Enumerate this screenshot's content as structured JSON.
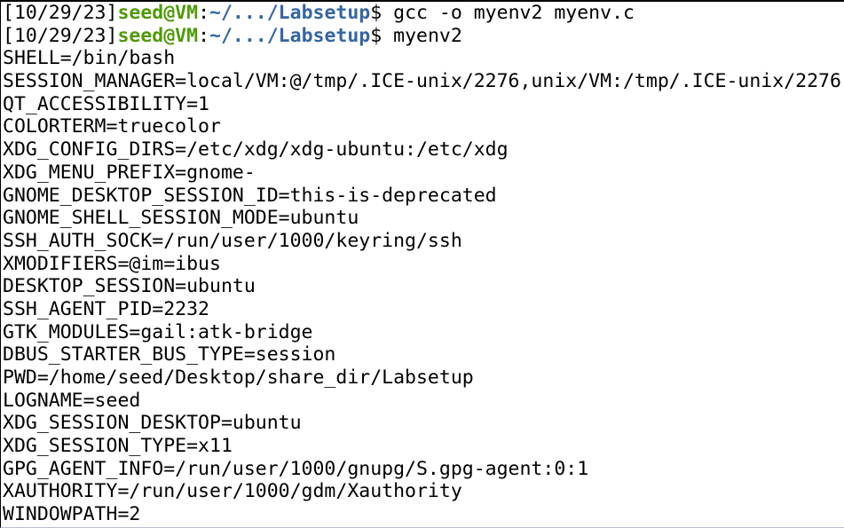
{
  "terminal": {
    "colors": {
      "background": "#ffffff",
      "foreground": "#000000",
      "prompt_user": "#4e9a06",
      "prompt_path": "#3465a4"
    },
    "lines": [
      {
        "type": "prompt",
        "date": "[10/29/23]",
        "user": "seed@VM",
        "colon": ":",
        "path": "~/.../Labsetup",
        "dollar": "$ ",
        "command": "gcc -o myenv2 myenv.c"
      },
      {
        "type": "prompt",
        "date": "[10/29/23]",
        "user": "seed@VM",
        "colon": ":",
        "path": "~/.../Labsetup",
        "dollar": "$ ",
        "command": "myenv2"
      },
      {
        "type": "output",
        "text": "SHELL=/bin/bash"
      },
      {
        "type": "output",
        "text": "SESSION_MANAGER=local/VM:@/tmp/.ICE-unix/2276,unix/VM:/tmp/.ICE-unix/2276"
      },
      {
        "type": "output",
        "text": "QT_ACCESSIBILITY=1"
      },
      {
        "type": "output",
        "text": "COLORTERM=truecolor"
      },
      {
        "type": "output",
        "text": "XDG_CONFIG_DIRS=/etc/xdg/xdg-ubuntu:/etc/xdg"
      },
      {
        "type": "output",
        "text": "XDG_MENU_PREFIX=gnome-"
      },
      {
        "type": "output",
        "text": "GNOME_DESKTOP_SESSION_ID=this-is-deprecated"
      },
      {
        "type": "output",
        "text": "GNOME_SHELL_SESSION_MODE=ubuntu"
      },
      {
        "type": "output",
        "text": "SSH_AUTH_SOCK=/run/user/1000/keyring/ssh"
      },
      {
        "type": "output",
        "text": "XMODIFIERS=@im=ibus"
      },
      {
        "type": "output",
        "text": "DESKTOP_SESSION=ubuntu"
      },
      {
        "type": "output",
        "text": "SSH_AGENT_PID=2232"
      },
      {
        "type": "output",
        "text": "GTK_MODULES=gail:atk-bridge"
      },
      {
        "type": "output",
        "text": "DBUS_STARTER_BUS_TYPE=session"
      },
      {
        "type": "output",
        "text": "PWD=/home/seed/Desktop/share_dir/Labsetup"
      },
      {
        "type": "output",
        "text": "LOGNAME=seed"
      },
      {
        "type": "output",
        "text": "XDG_SESSION_DESKTOP=ubuntu"
      },
      {
        "type": "output",
        "text": "XDG_SESSION_TYPE=x11"
      },
      {
        "type": "output",
        "text": "GPG_AGENT_INFO=/run/user/1000/gnupg/S.gpg-agent:0:1"
      },
      {
        "type": "output",
        "text": "XAUTHORITY=/run/user/1000/gdm/Xauthority"
      },
      {
        "type": "output",
        "text": "WINDOWPATH=2"
      }
    ]
  }
}
